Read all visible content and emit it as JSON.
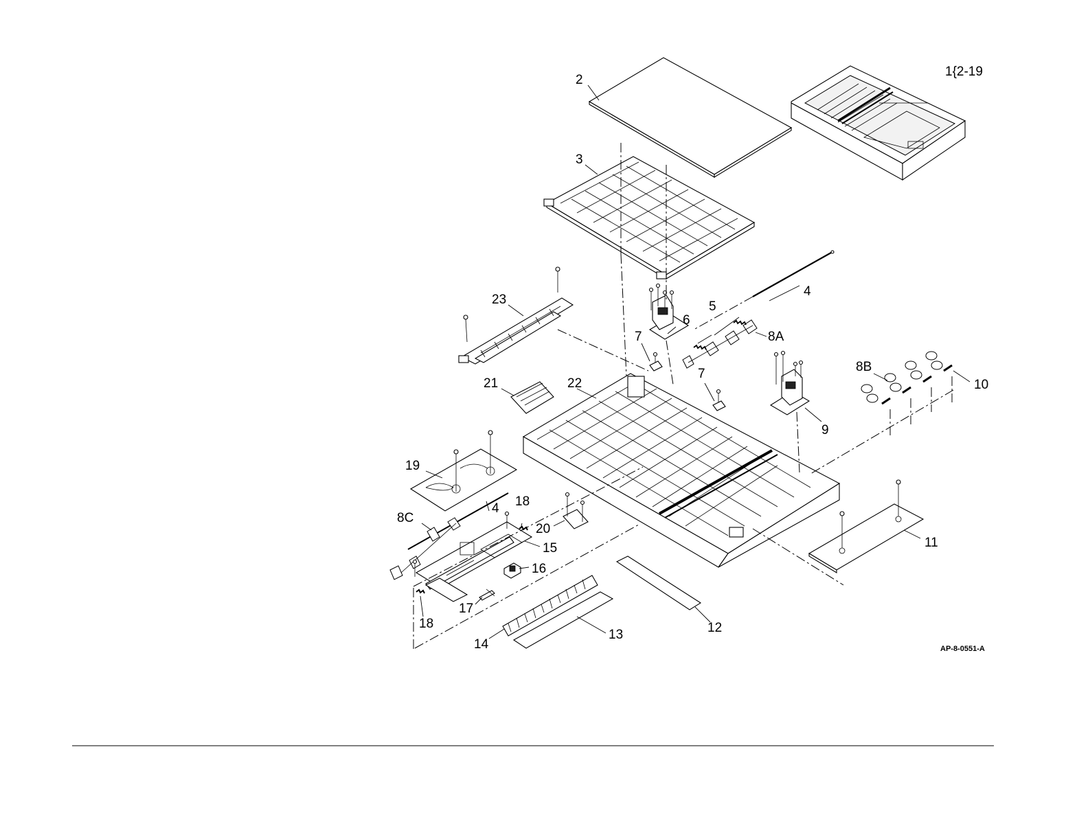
{
  "diagram": {
    "figure_code": "AP-8-0551-A",
    "assembly_ref": "1{2-19",
    "callouts": [
      {
        "id": "c2",
        "text": "2"
      },
      {
        "id": "c3",
        "text": "3"
      },
      {
        "id": "c4a",
        "text": "4"
      },
      {
        "id": "c5",
        "text": "5"
      },
      {
        "id": "c6",
        "text": "6"
      },
      {
        "id": "c7a",
        "text": "7"
      },
      {
        "id": "c7b",
        "text": "7"
      },
      {
        "id": "c8a",
        "text": "8A"
      },
      {
        "id": "c8b",
        "text": "8B"
      },
      {
        "id": "c8c",
        "text": "8C"
      },
      {
        "id": "c9",
        "text": "9"
      },
      {
        "id": "c10",
        "text": "10"
      },
      {
        "id": "c11",
        "text": "11"
      },
      {
        "id": "c12",
        "text": "12"
      },
      {
        "id": "c13",
        "text": "13"
      },
      {
        "id": "c14",
        "text": "14"
      },
      {
        "id": "c15",
        "text": "15"
      },
      {
        "id": "c16",
        "text": "16"
      },
      {
        "id": "c17",
        "text": "17"
      },
      {
        "id": "c18a",
        "text": "18"
      },
      {
        "id": "c18b",
        "text": "18"
      },
      {
        "id": "c19",
        "text": "19"
      },
      {
        "id": "c20",
        "text": "20"
      },
      {
        "id": "c21",
        "text": "21"
      },
      {
        "id": "c22",
        "text": "22"
      },
      {
        "id": "c23",
        "text": "23"
      },
      {
        "id": "c4b",
        "text": "4"
      }
    ]
  }
}
